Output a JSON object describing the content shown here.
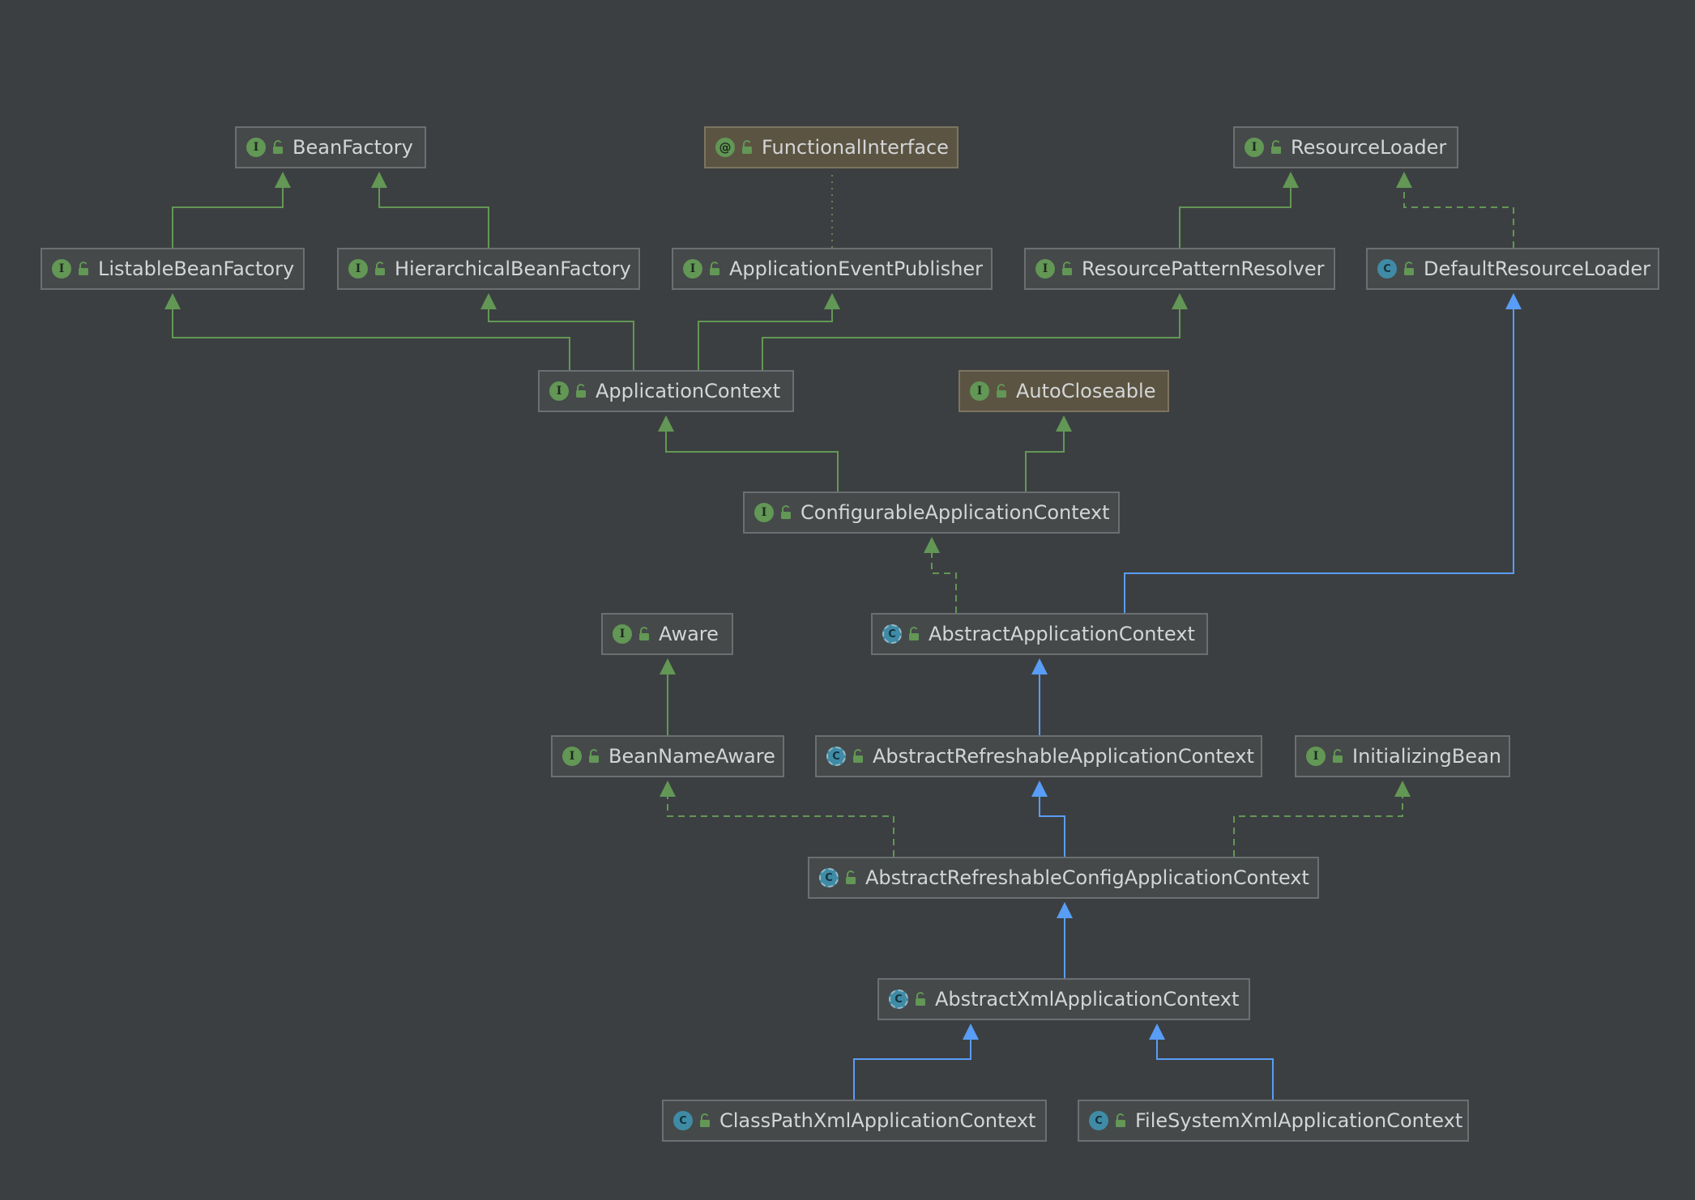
{
  "colors": {
    "background": "#3c3f41",
    "node_fill": "#45494a",
    "annotation_fill": "#5b5442",
    "interface_edge": "#629755",
    "class_edge": "#589df6",
    "text": "#d3d5d7"
  },
  "nodes": [
    {
      "id": "BeanFactory",
      "label": "BeanFactory",
      "kind": "interface"
    },
    {
      "id": "FunctionalInterface",
      "label": "FunctionalInterface",
      "kind": "annotation"
    },
    {
      "id": "ResourceLoader",
      "label": "ResourceLoader",
      "kind": "interface"
    },
    {
      "id": "ListableBeanFactory",
      "label": "ListableBeanFactory",
      "kind": "interface"
    },
    {
      "id": "HierarchicalBeanFactory",
      "label": "HierarchicalBeanFactory",
      "kind": "interface"
    },
    {
      "id": "ApplicationEventPublisher",
      "label": "ApplicationEventPublisher",
      "kind": "interface"
    },
    {
      "id": "ResourcePatternResolver",
      "label": "ResourcePatternResolver",
      "kind": "interface"
    },
    {
      "id": "DefaultResourceLoader",
      "label": "DefaultResourceLoader",
      "kind": "class"
    },
    {
      "id": "ApplicationContext",
      "label": "ApplicationContext",
      "kind": "interface"
    },
    {
      "id": "AutoCloseable",
      "label": "AutoCloseable",
      "kind": "interface-library"
    },
    {
      "id": "ConfigurableApplicationContext",
      "label": "ConfigurableApplicationContext",
      "kind": "interface"
    },
    {
      "id": "Aware",
      "label": "Aware",
      "kind": "interface"
    },
    {
      "id": "AbstractApplicationContext",
      "label": "AbstractApplicationContext",
      "kind": "abstract"
    },
    {
      "id": "BeanNameAware",
      "label": "BeanNameAware",
      "kind": "interface"
    },
    {
      "id": "AbstractRefreshableApplicationContext",
      "label": "AbstractRefreshableApplicationContext",
      "kind": "abstract"
    },
    {
      "id": "InitializingBean",
      "label": "InitializingBean",
      "kind": "interface"
    },
    {
      "id": "AbstractRefreshableConfigApplicationContext",
      "label": "AbstractRefreshableConfigApplicationContext",
      "kind": "abstract"
    },
    {
      "id": "AbstractXmlApplicationContext",
      "label": "AbstractXmlApplicationContext",
      "kind": "abstract"
    },
    {
      "id": "ClassPathXmlApplicationContext",
      "label": "ClassPathXmlApplicationContext",
      "kind": "class"
    },
    {
      "id": "FileSystemXmlApplicationContext",
      "label": "FileSystemXmlApplicationContext",
      "kind": "class"
    }
  ],
  "edges": [
    {
      "from": "ListableBeanFactory",
      "to": "BeanFactory",
      "type": "extends-interface"
    },
    {
      "from": "HierarchicalBeanFactory",
      "to": "BeanFactory",
      "type": "extends-interface"
    },
    {
      "from": "ApplicationEventPublisher",
      "to": "FunctionalInterface",
      "type": "annotated"
    },
    {
      "from": "ResourcePatternResolver",
      "to": "ResourceLoader",
      "type": "extends-interface"
    },
    {
      "from": "DefaultResourceLoader",
      "to": "ResourceLoader",
      "type": "implements"
    },
    {
      "from": "ApplicationContext",
      "to": "ListableBeanFactory",
      "type": "extends-interface"
    },
    {
      "from": "ApplicationContext",
      "to": "HierarchicalBeanFactory",
      "type": "extends-interface"
    },
    {
      "from": "ApplicationContext",
      "to": "ApplicationEventPublisher",
      "type": "extends-interface"
    },
    {
      "from": "ApplicationContext",
      "to": "ResourcePatternResolver",
      "type": "extends-interface"
    },
    {
      "from": "ConfigurableApplicationContext",
      "to": "ApplicationContext",
      "type": "extends-interface"
    },
    {
      "from": "ConfigurableApplicationContext",
      "to": "AutoCloseable",
      "type": "extends-interface"
    },
    {
      "from": "AbstractApplicationContext",
      "to": "ConfigurableApplicationContext",
      "type": "implements"
    },
    {
      "from": "AbstractApplicationContext",
      "to": "DefaultResourceLoader",
      "type": "extends-class"
    },
    {
      "from": "BeanNameAware",
      "to": "Aware",
      "type": "extends-interface"
    },
    {
      "from": "AbstractRefreshableApplicationContext",
      "to": "AbstractApplicationContext",
      "type": "extends-class"
    },
    {
      "from": "AbstractRefreshableConfigApplicationContext",
      "to": "BeanNameAware",
      "type": "implements"
    },
    {
      "from": "AbstractRefreshableConfigApplicationContext",
      "to": "AbstractRefreshableApplicationContext",
      "type": "extends-class"
    },
    {
      "from": "AbstractRefreshableConfigApplicationContext",
      "to": "InitializingBean",
      "type": "implements"
    },
    {
      "from": "AbstractXmlApplicationContext",
      "to": "AbstractRefreshableConfigApplicationContext",
      "type": "extends-class"
    },
    {
      "from": "ClassPathXmlApplicationContext",
      "to": "AbstractXmlApplicationContext",
      "type": "extends-class"
    },
    {
      "from": "FileSystemXmlApplicationContext",
      "to": "AbstractXmlApplicationContext",
      "type": "extends-class"
    }
  ]
}
